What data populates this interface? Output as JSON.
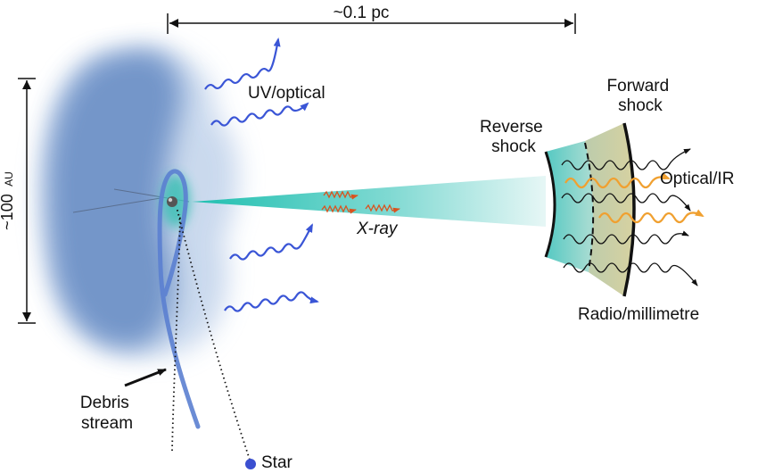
{
  "labels": {
    "scale_top": "~0.1 pc",
    "scale_left_value": "~100",
    "scale_left_unit": "AU",
    "uv_optical": "UV/optical",
    "xray": "X-ray",
    "reverse_shock_line1": "Reverse",
    "reverse_shock_line2": "shock",
    "forward_shock_line1": "Forward",
    "forward_shock_line2": "shock",
    "optical_ir": "Optical/IR",
    "radio_mm": "Radio/millimetre",
    "debris_line1": "Debris",
    "debris_line2": "stream",
    "star": "Star"
  },
  "colors": {
    "cloud": "#6f93c8",
    "cloud_light": "#c3d3ea",
    "jet": "#2cc3b7",
    "uv_waves": "#3a55d6",
    "xray_waves": "#d9531e",
    "optical_waves": "#f0a030",
    "radio_waves": "#111111",
    "shocked_region": "#c9c79a",
    "reverse_region": "#49c4be",
    "debris_stream": "#5b7fd0",
    "star": "#3b4fd0"
  }
}
